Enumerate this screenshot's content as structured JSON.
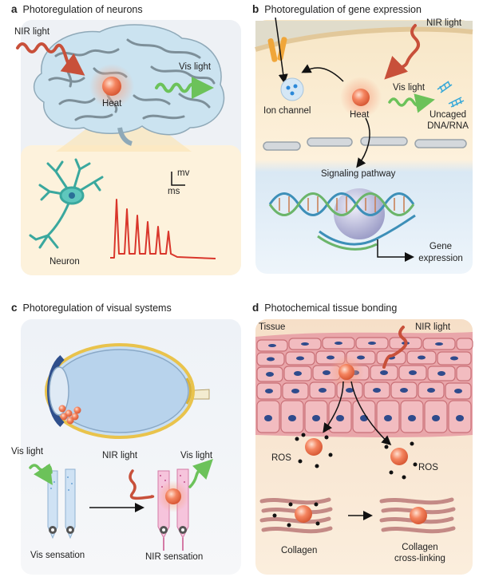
{
  "panels": {
    "a": {
      "letter": "a",
      "title": "Photoregulation of neurons",
      "nir": "NIR light",
      "heat": "Heat",
      "vis": "Vis light",
      "mv": "mv",
      "ms": "ms",
      "neuron": "Neuron"
    },
    "b": {
      "letter": "b",
      "title": "Photoregulation of gene expression",
      "nir": "NIR light",
      "ion": "Ion channel",
      "heat": "Heat",
      "vis": "Vis light",
      "uncaged1": "Uncaged",
      "uncaged2": "DNA/RNA",
      "signaling": "Signaling pathway",
      "gene1": "Gene",
      "gene2": "expression"
    },
    "c": {
      "letter": "c",
      "title": "Photoregulation of visual systems",
      "vis_left": "Vis light",
      "nir": "NIR light",
      "vis_right": "Vis light",
      "vis_sensation": "Vis sensation",
      "nir_sensation": "NIR sensation"
    },
    "d": {
      "letter": "d",
      "title": "Photochemical tissue bonding",
      "tissue": "Tissue",
      "nir": "NIR light",
      "ros_left": "ROS",
      "ros_right": "ROS",
      "collagen": "Collagen",
      "crosslink1": "Collagen",
      "crosslink2": "cross-linking"
    }
  },
  "colors": {
    "nir": "#c8503a",
    "vis": "#6cc25a",
    "neuron": "#3aa89e",
    "nanoparticle": "#ef7a55",
    "spike": "#d9362b"
  }
}
